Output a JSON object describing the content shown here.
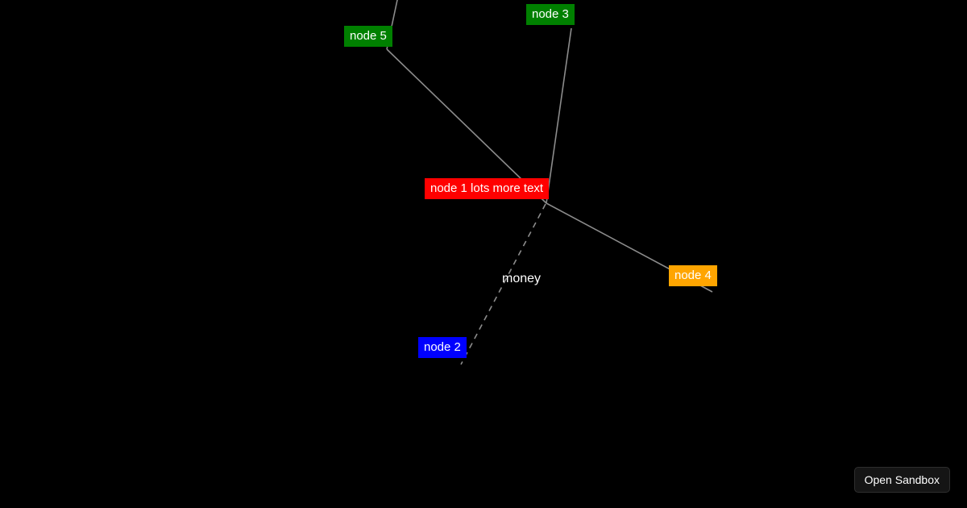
{
  "graph": {
    "background": "#000000",
    "edge_color": "#8c8c8c",
    "label_text_color": "#ffffff",
    "nodes": [
      {
        "id": "node1",
        "label": "node 1 lots more text",
        "color": "#ff0000"
      },
      {
        "id": "node2",
        "label": "node 2",
        "color": "#0000ff"
      },
      {
        "id": "node3",
        "label": "node 3",
        "color": "#008000"
      },
      {
        "id": "node4",
        "label": "node 4",
        "color": "#ffa500"
      },
      {
        "id": "node5",
        "label": "node 5",
        "color": "#008000"
      }
    ],
    "edges": [
      {
        "from": "node5",
        "to": "node1",
        "style": "solid",
        "label": ""
      },
      {
        "from": "node3",
        "to": "node1",
        "style": "solid",
        "label": ""
      },
      {
        "from": "node1",
        "to": "node4",
        "style": "solid",
        "label": ""
      },
      {
        "from": "node1",
        "to": "node2",
        "style": "dashed",
        "label": "money"
      },
      {
        "from": "offscreen-top",
        "to": "node5",
        "style": "solid",
        "label": ""
      }
    ]
  },
  "footer": {
    "open_sandbox_label": "Open Sandbox"
  }
}
